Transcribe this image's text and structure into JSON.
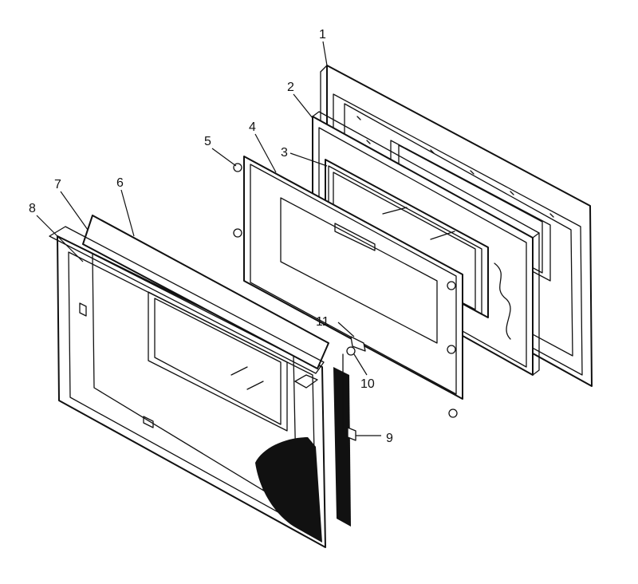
{
  "diagram": {
    "callouts": [
      {
        "id": "1",
        "text": "1"
      },
      {
        "id": "2",
        "text": "2"
      },
      {
        "id": "3",
        "text": "3"
      },
      {
        "id": "4",
        "text": "4"
      },
      {
        "id": "5",
        "text": "5"
      },
      {
        "id": "6",
        "text": "6"
      },
      {
        "id": "7",
        "text": "7"
      },
      {
        "id": "8",
        "text": "8"
      },
      {
        "id": "9",
        "text": "9"
      },
      {
        "id": "10",
        "text": "10"
      },
      {
        "id": "11",
        "text": "11"
      }
    ]
  }
}
